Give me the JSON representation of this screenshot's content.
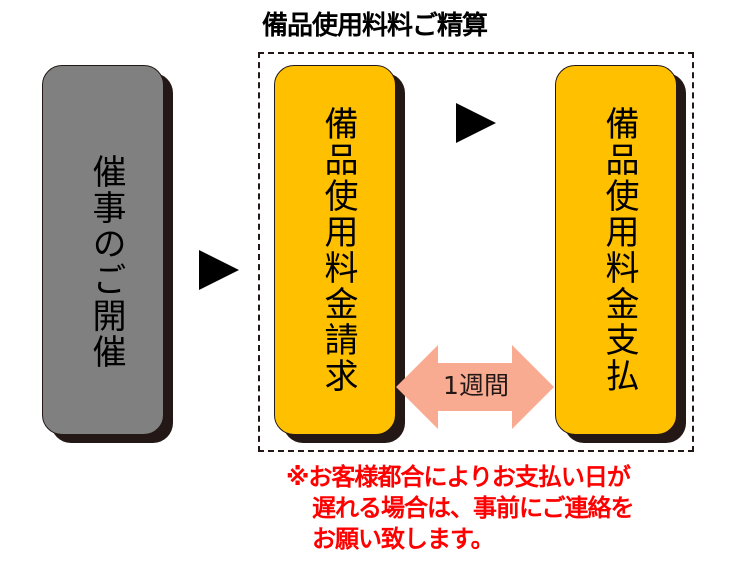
{
  "title": "備品使用料料ご精算",
  "steps": [
    {
      "id": "event",
      "label": "催事のご開催",
      "color": "#808080"
    },
    {
      "id": "invoice",
      "label": "備品使用料金請求",
      "color": "#ffc000"
    },
    {
      "id": "payment",
      "label": "備品使用料金支払",
      "color": "#ffc000"
    }
  ],
  "interval": {
    "label": "1週間",
    "color": "#f9ab92"
  },
  "note": {
    "lines": [
      "※お客様都合によりお支払い日が",
      "遅れる場合は、事前にご連絡を",
      "お願い致します。"
    ],
    "color": "#ff0000"
  },
  "colors": {
    "shadow": "#231815",
    "arrow": "#000000"
  }
}
